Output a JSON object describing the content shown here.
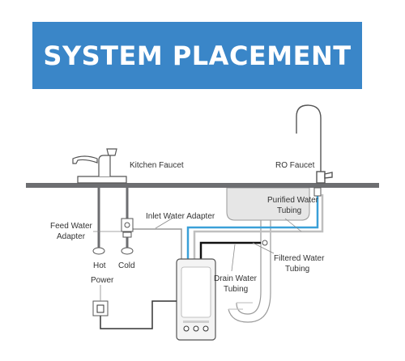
{
  "banner": {
    "title": "SYSTEM PLACEMENT",
    "color": "#3a86c8"
  },
  "labels": {
    "kitchen_faucet": "Kitchen Faucet",
    "ro_faucet": "RO Faucet",
    "purified_water_line1": "Purified Water",
    "purified_water_line2": "Tubing",
    "feed_water_line1": "Feed Water",
    "feed_water_line2": "Adapter",
    "inlet_water_adapter": "Inlet Water Adapter",
    "hot": "Hot",
    "cold": "Cold",
    "filtered_water_line1": "Filtered Water",
    "filtered_water_line2": "Tubing",
    "drain_water_line1": "Drain Water",
    "drain_water_line2": "Tubing",
    "power": "Power"
  },
  "colors": {
    "countertop": "#6d6e71",
    "purified_tubing": "#3aa0d8",
    "drain_tubing": "#111111",
    "filtered_tubing": "#bfbfbf",
    "outline": "#555555"
  }
}
